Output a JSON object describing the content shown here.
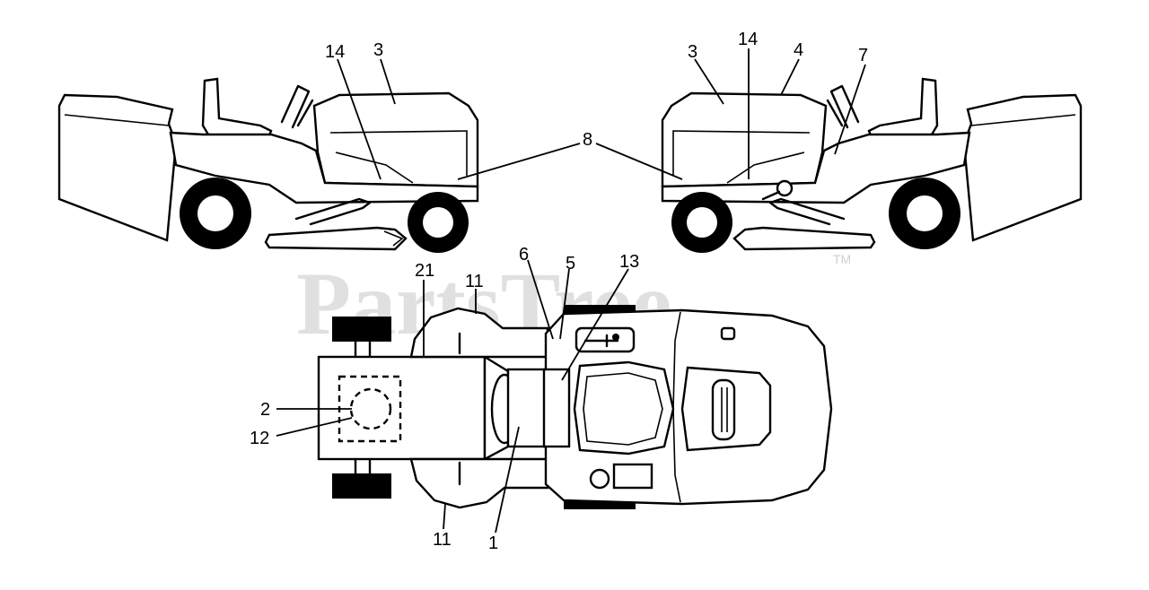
{
  "watermark": {
    "text": "PartsTree",
    "trademark": "TM"
  },
  "callouts": {
    "left_side_view": [
      "14",
      "3"
    ],
    "right_side_view": [
      "3",
      "14",
      "4",
      "7"
    ],
    "shared": [
      "8"
    ],
    "top_view": [
      "21",
      "11",
      "6",
      "5",
      "13",
      "2",
      "12",
      "11",
      "1"
    ]
  }
}
